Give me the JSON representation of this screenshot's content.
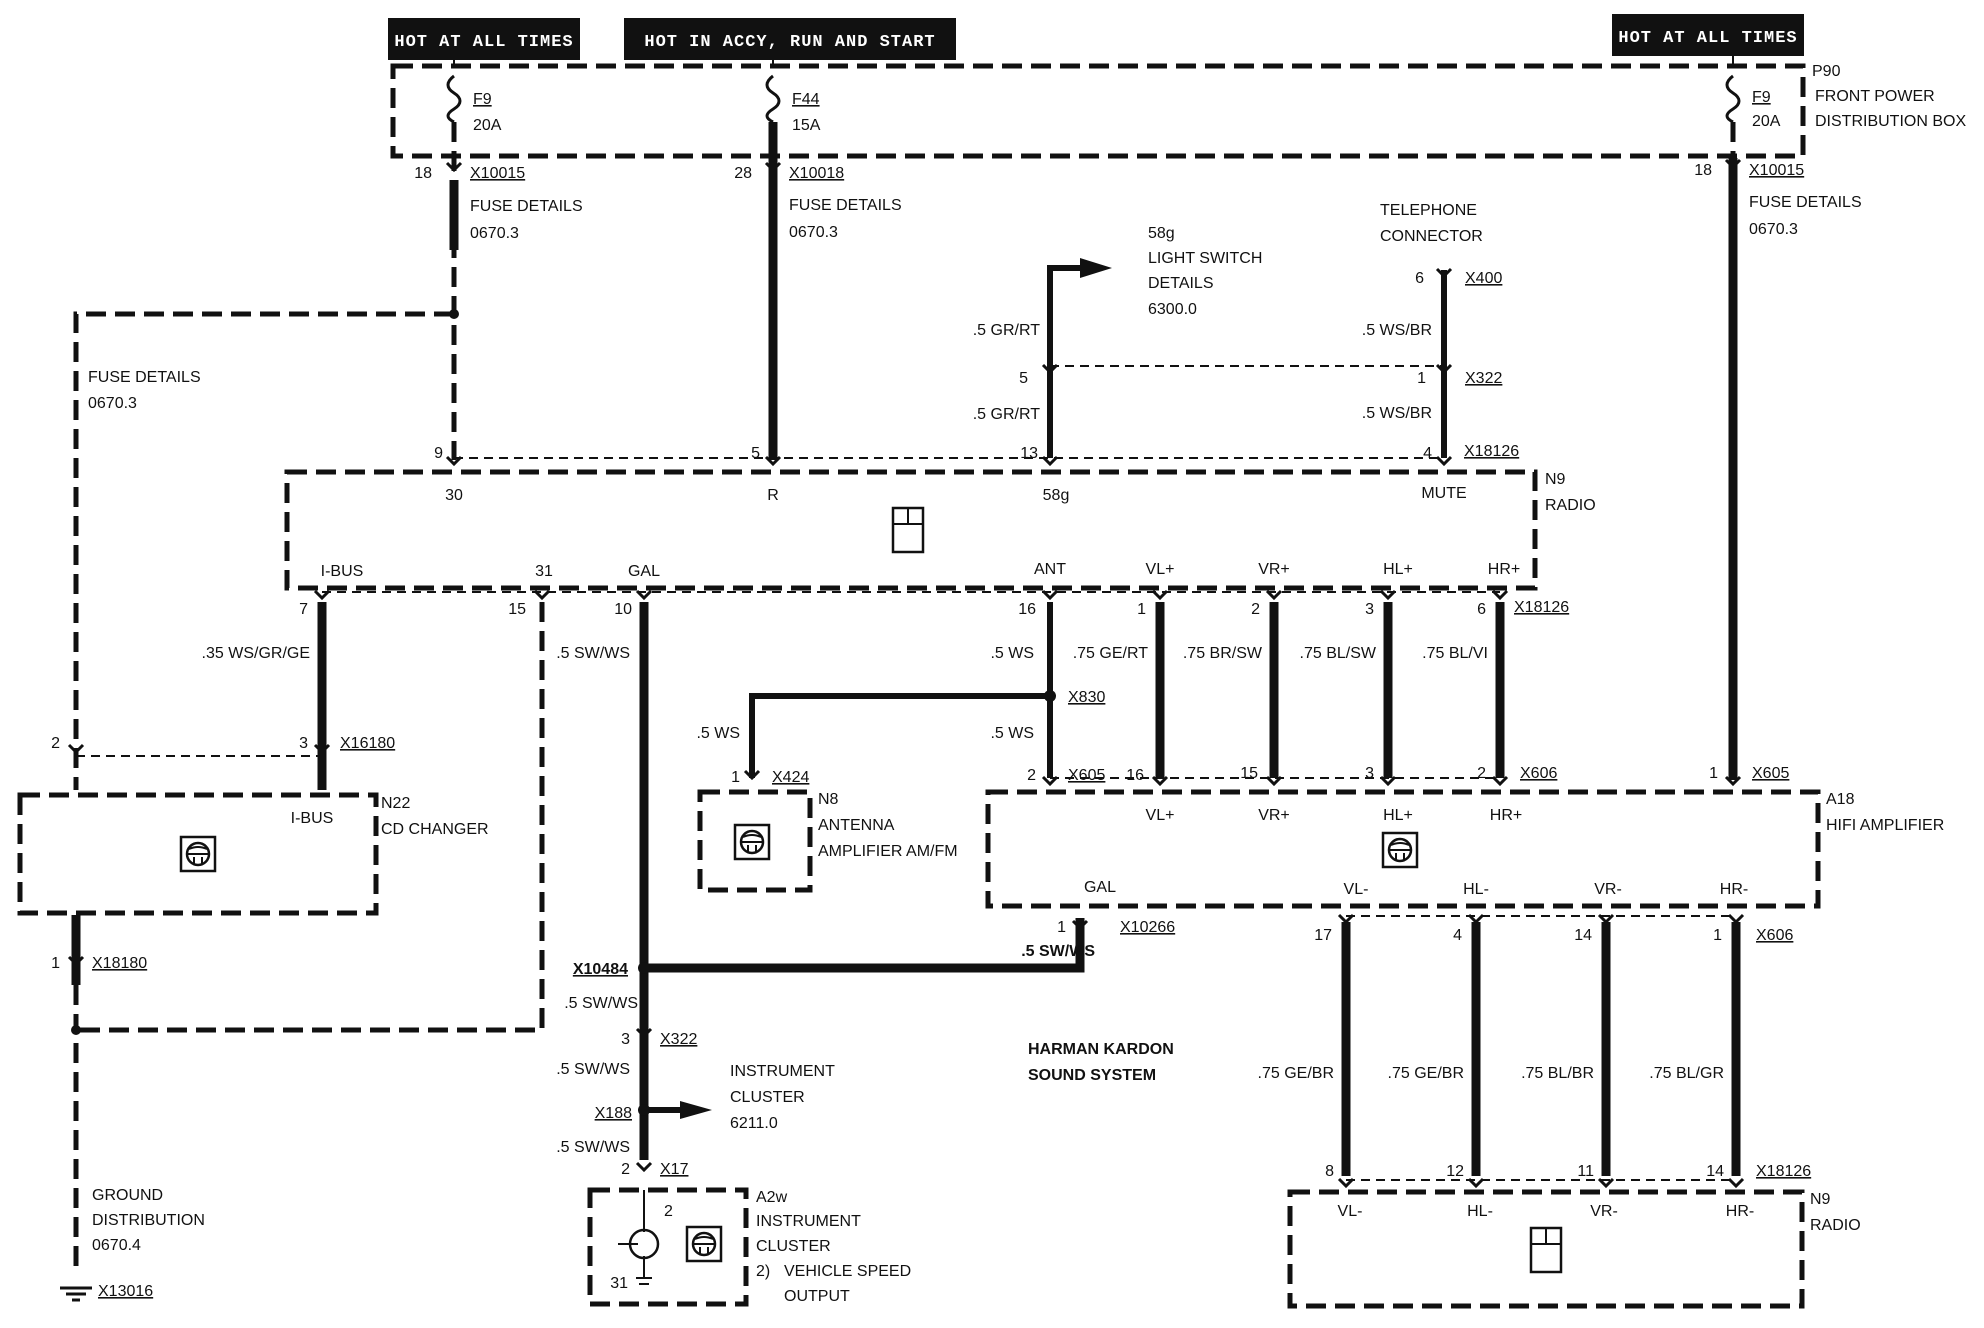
{
  "headers": {
    "h1": "HOT AT ALL TIMES",
    "h2": "HOT IN ACCY, RUN AND START",
    "h3": "HOT AT ALL TIMES"
  },
  "fusebox": {
    "id": "P90",
    "line1": "FRONT POWER",
    "line2": "DISTRIBUTION BOX"
  },
  "fuses": {
    "f1": {
      "name": "F9",
      "amp": "20A"
    },
    "f2": {
      "name": "F44",
      "amp": "15A"
    },
    "f3": {
      "name": "F9",
      "amp": "20A"
    }
  },
  "connectors": {
    "x10015a": "X10015",
    "x10018": "X10018",
    "x10015b": "X10015",
    "x400": "X400",
    "x322a": "X322",
    "x18126a": "X18126",
    "x18126b": "X18126",
    "x16180": "X16180",
    "x830": "X830",
    "x424": "X424",
    "x605a": "X605",
    "x606a": "X606",
    "x605b": "X605",
    "x10266": "X10266",
    "x606b": "X606",
    "x18180": "X18180",
    "x10484": "X10484",
    "x322b": "X322",
    "x188": "X188",
    "x17": "X17",
    "x18126c": "X18126",
    "x13016": "X13016"
  },
  "refs": {
    "fuse_details": "FUSE DETAILS",
    "fuse_code": "0670.3",
    "light_pin": "58g",
    "light_1": "LIGHT SWITCH",
    "light_2": "DETAILS",
    "light_code": "6300.0",
    "tel_1": "TELEPHONE",
    "tel_2": "CONNECTOR",
    "ic_1": "INSTRUMENT",
    "ic_2": "CLUSTER",
    "ic_code": "6211.0",
    "gnd_1": "GROUND",
    "gnd_2": "DISTRIBUTION",
    "gnd_code": "0670.4",
    "system_1": "HARMAN KARDON",
    "system_2": "SOUND SYSTEM"
  },
  "components": {
    "radio_top": {
      "id": "N9",
      "name": "RADIO",
      "pins_top": [
        "30",
        "R",
        "58g",
        "MUTE"
      ],
      "pins_bottom": [
        "I-BUS",
        "31",
        "GAL",
        "ANT",
        "VL+",
        "VR+",
        "HL+",
        "HR+"
      ]
    },
    "cd_changer": {
      "id": "N22",
      "name": "CD CHANGER",
      "pin": "I-BUS"
    },
    "antenna": {
      "id": "N8",
      "line1": "ANTENNA",
      "line2": "AMPLIFIER AM/FM"
    },
    "amplifier": {
      "id": "A18",
      "name": "HIFI AMPLIFIER",
      "pins_top": [
        "VL+",
        "VR+",
        "HL+",
        "HR+"
      ],
      "pins_bottom": [
        "GAL",
        "VL-",
        "HL-",
        "VR-",
        "HR-"
      ]
    },
    "cluster": {
      "id": "A2w",
      "line1": "INSTRUMENT",
      "line2": "CLUSTER",
      "note_num": "2)",
      "note_1": "VEHICLE SPEED",
      "note_2": "OUTPUT",
      "pin_a": "2",
      "pin_b": "31"
    },
    "radio_bottom": {
      "id": "N9",
      "name": "RADIO",
      "pins": [
        "VL-",
        "HL-",
        "VR-",
        "HR-"
      ]
    }
  },
  "wires": {
    "gr_rt": ".5 GR/RT",
    "ws_br": ".5 WS/BR",
    "ws_gr_ge": ".35 WS/GR/GE",
    "sw_ws": ".5 SW/WS",
    "ws": ".5 WS",
    "ge_rt": ".75 GE/RT",
    "br_sw": ".75 BR/SW",
    "bl_sw": ".75 BL/SW",
    "bl_vi": ".75 BL/VI",
    "ge_br_a": ".75 GE/BR",
    "ge_br_b": ".75 GE/BR",
    "bl_br": ".75 BL/BR",
    "bl_gr": ".75 BL/GR"
  },
  "pins": {
    "p18a": "18",
    "p28": "28",
    "p18b": "18",
    "p6": "6",
    "p5": "5",
    "p1": "1",
    "p9": "9",
    "p5r": "5",
    "p13": "13",
    "p4": "4",
    "p7": "7",
    "p15": "15",
    "p10": "10",
    "p16": "16",
    "pa1": "1",
    "pa2": "2",
    "pa3": "3",
    "pa6": "6",
    "p2cd": "2",
    "p3cd": "3",
    "p1ant": "1",
    "p2amp": "2",
    "p16amp": "16",
    "p15amp": "15",
    "p3amp": "3",
    "p2amp2": "2",
    "p1amp": "1",
    "p1gal": "1",
    "p17": "17",
    "p4b": "4",
    "p14": "14",
    "p1b": "1",
    "p1cd": "1",
    "p3x": "3",
    "p2x": "2",
    "p8": "8",
    "p12": "12",
    "p11": "11",
    "p14b": "14"
  }
}
